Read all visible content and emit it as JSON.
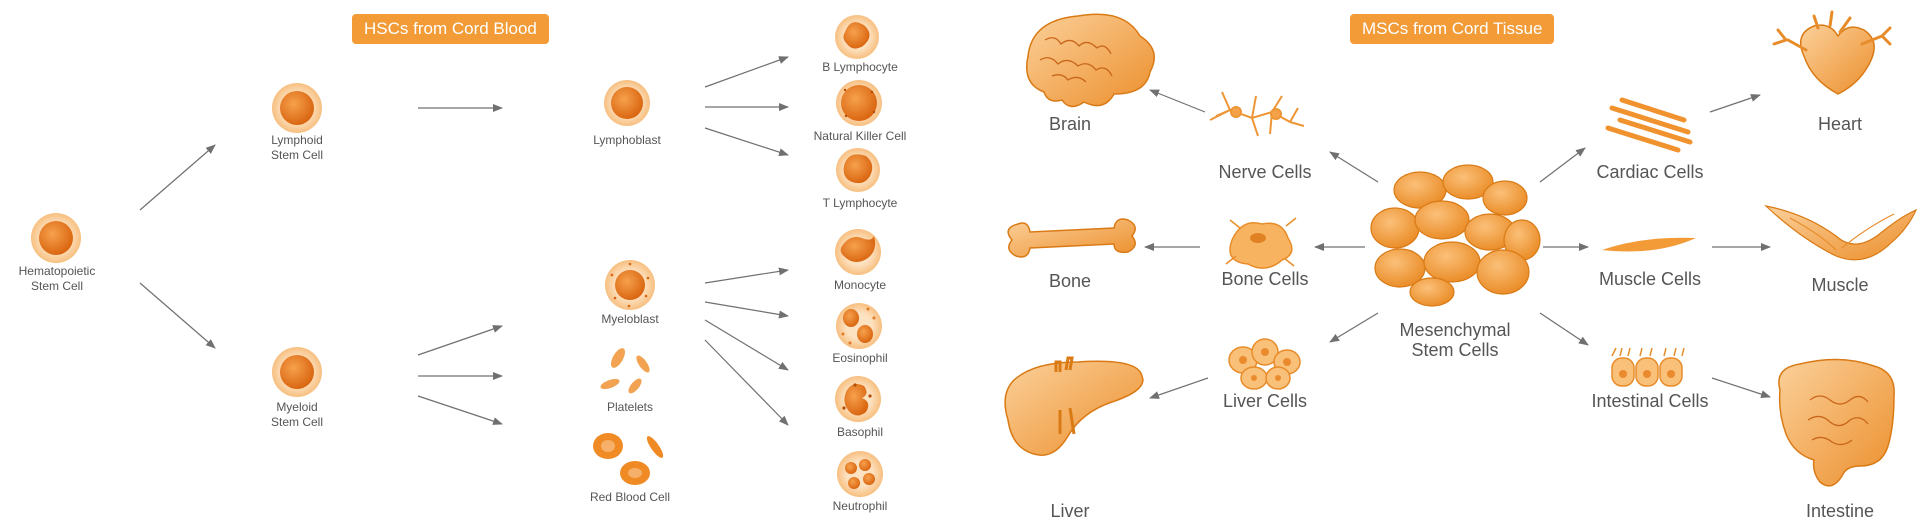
{
  "hsc": {
    "title": "HSCs from Cord Blood",
    "hematopoietic": [
      "Hematopoietic",
      "Stem Cell"
    ],
    "lymphoid": [
      "Lymphoid",
      "Stem Cell"
    ],
    "myeloid": [
      "Myeloid",
      "Stem Cell"
    ],
    "lymphoblast": "Lymphoblast",
    "myeloblast": "Myeloblast",
    "platelets": "Platelets",
    "red_blood_cell": "Red Blood Cell",
    "b_lymphocyte": "B Lymphocyte",
    "nk_cell": "Natural Killer Cell",
    "t_lymphocyte": "T Lymphocyte",
    "monocyte": "Monocyte",
    "eosinophil": "Eosinophil",
    "basophil": "Basophil",
    "neutrophil": "Neutrophil"
  },
  "msc": {
    "title": "MSCs from Cord Tissue",
    "center": [
      "Mesenchymal",
      "Stem Cells"
    ],
    "nerve_cells": "Nerve Cells",
    "bone_cells": "Bone Cells",
    "liver_cells": "Liver Cells",
    "cardiac_cells": "Cardiac Cells",
    "muscle_cells": "Muscle Cells",
    "intestinal_cells": "Intestinal Cells",
    "brain": "Brain",
    "bone": "Bone",
    "liver": "Liver",
    "heart": "Heart",
    "muscle": "Muscle",
    "intestine": "Intestine"
  },
  "colors": {
    "badge": "#f29b37",
    "cell_core": "#e8731a",
    "cell_light": "#fbd2a0",
    "arrow": "#707070",
    "label": "#555555"
  }
}
